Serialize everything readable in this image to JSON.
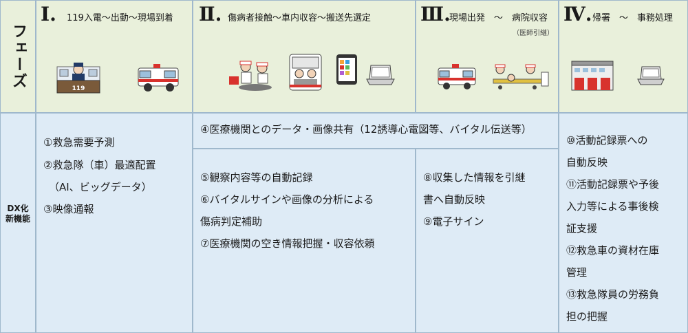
{
  "side": {
    "phase_label": "フェーズ",
    "dx_label_line1": "DX化",
    "dx_label_line2": "新機能"
  },
  "phases": [
    {
      "numeral": "Ⅰ.",
      "title": "119入電～出動～現場到着"
    },
    {
      "numeral": "Ⅱ.",
      "title": "傷病者接触～車内収容～搬送先選定"
    },
    {
      "numeral": "Ⅲ.",
      "title": "現場出発　～　病院収容",
      "subtitle": "（医師引継）"
    },
    {
      "numeral": "Ⅳ.",
      "title": "帰署　～　事務処理"
    }
  ],
  "dispatch_badge": "119",
  "functions": {
    "col1": [
      "①救急需要予測",
      "②救急隊（車）最適配置",
      "（AI、ビッグデータ）",
      "③映像通報"
    ],
    "shared": "④医療機関とのデータ・画像共有（12誘導心電図等、バイタル伝送等）",
    "col2": [
      "⑤観察内容等の自動記録",
      "⑥バイタルサインや画像の分析による",
      "傷病判定補助",
      "⑦医療機関の空き情報把握・収容依頼"
    ],
    "col3": [
      "⑧収集した情報を引継",
      "書へ自動反映",
      "⑨電子サイン"
    ],
    "col4": [
      "⑩活動記録票への",
      "自動反映",
      "⑪活動記録票や予後",
      "入力等による事後検",
      "証支援",
      "⑫救急車の資材在庫",
      "管理",
      "⑬救急隊員の労務負",
      "担の把握"
    ]
  },
  "colors": {
    "phase_bg": "#e9f0db",
    "function_bg": "#deebf6",
    "border": "#9fb8cc",
    "ambulance_red": "#d8322d"
  }
}
